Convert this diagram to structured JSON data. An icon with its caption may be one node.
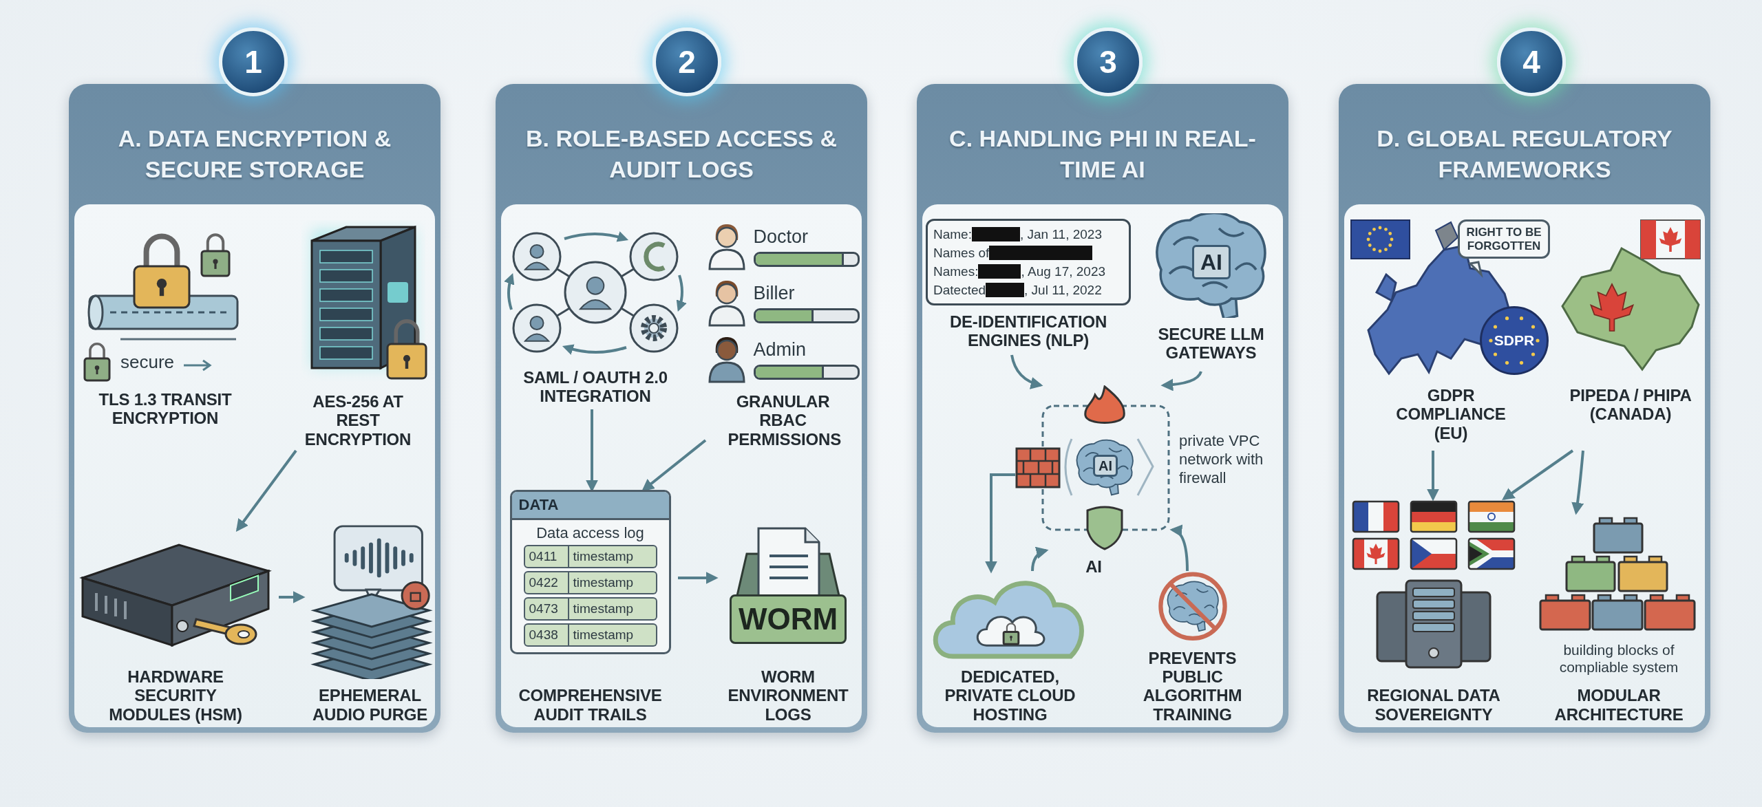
{
  "diagram": {
    "nodes": [
      {
        "text": [
          "1"
        ]
      },
      {
        "text": [
          "A. DATA ENCRYPTION & SECURE STORAGE"
        ]
      },
      {
        "text": [
          "secure",
          "TLS 1.3 TRANSIT ENCRYPTION"
        ],
        "in": 1
      },
      {
        "text": [
          "AES-256 AT REST ENCRYPTION"
        ],
        "in": 1
      },
      {
        "text": [
          "HARDWARE SECURITY MODULES (HSM)"
        ],
        "in": 1
      },
      {
        "text": [
          "EPHEMERAL AUDIO PURGE"
        ],
        "in": 1
      },
      {
        "text": [
          "2"
        ]
      },
      {
        "text": [
          "B. ROLE-BASED ACCESS & AUDIT LOGS"
        ]
      },
      {
        "text": [
          "SAML / OAUTH 2.0 INTEGRATION"
        ],
        "in": 7
      },
      {
        "text": [
          "Doctor",
          "Biller",
          "Admin",
          "GRANULAR RBAC PERMISSIONS"
        ],
        "in": 7
      },
      {
        "text": [
          "DATA",
          "Data access log",
          "0411",
          "timestamp",
          "0422",
          "timestamp",
          "0473",
          "timestamp",
          "0438",
          "timestamp",
          "COMPREHENSIVE AUDIT TRAILS"
        ],
        "in": 7
      },
      {
        "text": [
          "WORM",
          "WORM ENVIRONMENT LOGS"
        ],
        "in": 7
      },
      {
        "text": [
          "3"
        ]
      },
      {
        "text": [
          "C. HANDLING PHI IN REAL-TIME AI"
        ]
      },
      {
        "text": [
          "Name:",
          ", Jan 11, 2023",
          "Names of",
          "Names:",
          ", Aug 17, 2023",
          "Datected",
          ", Jul 11, 2022",
          "DE-IDENTIFICATION ENGINES (NLP)"
        ],
        "in": 13
      },
      {
        "text": [
          "AI",
          "SECURE LLM GATEWAYS"
        ],
        "in": 13
      },
      {
        "text": [
          "AI",
          "AI"
        ],
        "beside": [
          "private VPC network with firewall"
        ],
        "in": 13
      },
      {
        "text": [
          "DEDICATED, PRIVATE CLOUD HOSTING"
        ],
        "in": 13
      },
      {
        "text": [
          "PREVENTS PUBLIC ALGORITHM TRAINING"
        ],
        "in": 13
      },
      {
        "text": [
          "4"
        ]
      },
      {
        "text": [
          "D. GLOBAL REGULATORY FRAMEWORKS"
        ]
      },
      {
        "text": [
          "RIGHT TO BE FORGOTTEN",
          "SDPR",
          "GDPR COMPLIANCE (EU)"
        ],
        "in": 20
      },
      {
        "text": [
          "PIPEDA / PHIPA (CANADA)"
        ],
        "in": 20
      },
      {
        "text": [
          "REGIONAL DATA SOVEREIGNTY"
        ],
        "in": 20
      },
      {
        "text": [
          "building blocks of compliable system",
          "MODULAR ARCHITECTURE"
        ],
        "in": 20
      }
    ],
    "edges": [
      {
        "from": 3,
        "to": 4,
        "arrow": "to"
      },
      {
        "from": 4,
        "to": 5,
        "arrow": "to"
      },
      {
        "from": 8,
        "to": 10,
        "arrow": "to"
      },
      {
        "from": 9,
        "to": 10,
        "arrow": "to"
      },
      {
        "from": 10,
        "to": 11,
        "arrow": "to"
      },
      {
        "from": 14,
        "to": 16,
        "arrow": "to"
      },
      {
        "from": 15,
        "to": 16,
        "arrow": "to"
      },
      {
        "from": 16,
        "to": 17,
        "arrow": "to"
      },
      {
        "from": 17,
        "to": 16,
        "arrow": "to"
      },
      {
        "from": 18,
        "to": 16,
        "arrow": "to"
      },
      {
        "from": 21,
        "to": 23,
        "arrow": "to"
      },
      {
        "from": 22,
        "to": 23,
        "arrow": "to"
      },
      {
        "from": 22,
        "to": 24,
        "arrow": "to"
      }
    ]
  }
}
